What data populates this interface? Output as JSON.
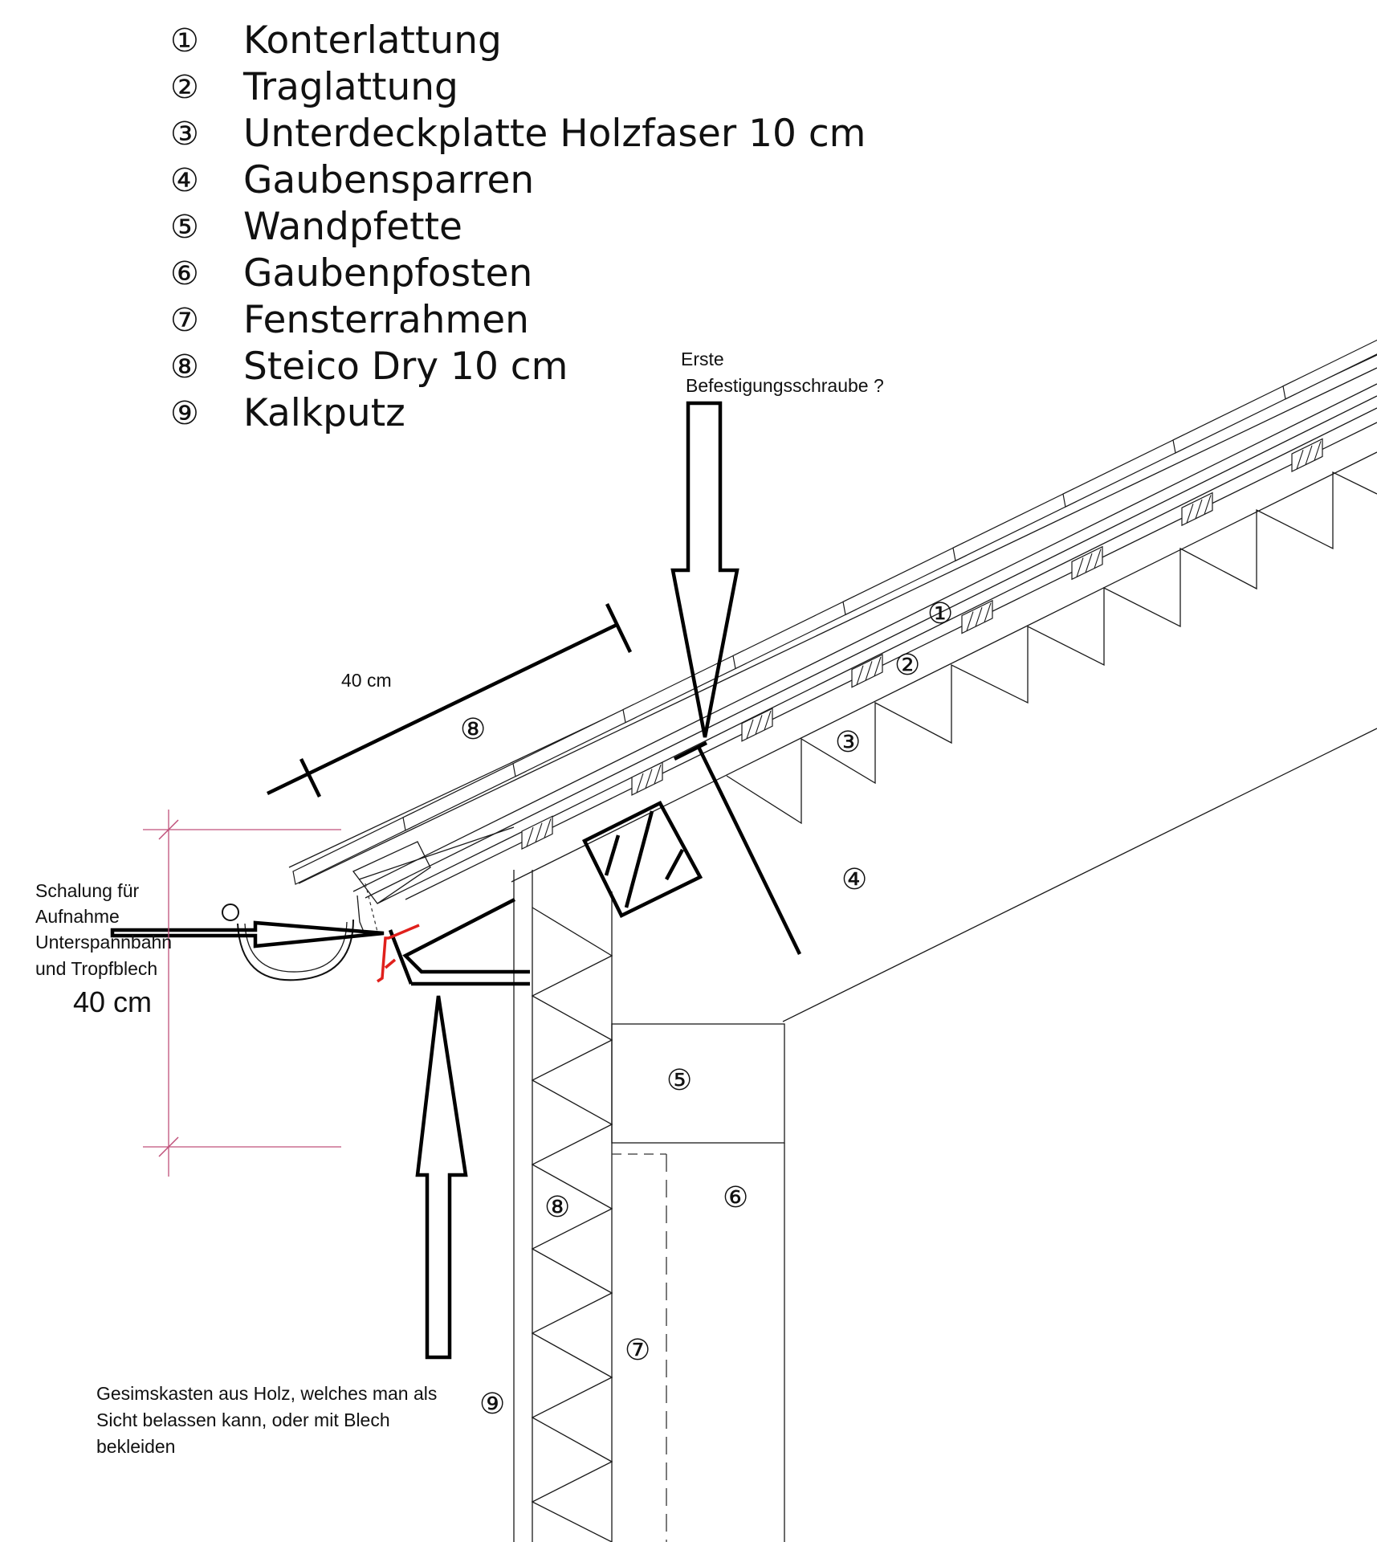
{
  "legend": [
    {
      "num": "①",
      "label": "Konterlattung"
    },
    {
      "num": "②",
      "label": "Traglattung"
    },
    {
      "num": "③",
      "label": "Unterdeckplatte Holzfaser 10 cm"
    },
    {
      "num": "④",
      "label": "Gaubensparren"
    },
    {
      "num": "⑤",
      "label": "Wandpfette"
    },
    {
      "num": "⑥",
      "label": "Gaubenpfosten"
    },
    {
      "num": "⑦",
      "label": "Fensterrahmen"
    },
    {
      "num": "⑧",
      "label": "Steico Dry 10 cm"
    },
    {
      "num": "⑨",
      "label": "Kalkputz"
    }
  ],
  "annotations": {
    "screw_line1": "Erste",
    "screw_line2": "Befestigungsschraube ?",
    "dim_roof": "40 cm",
    "schalung_1": "Schalung für",
    "schalung_2": "Aufnahme",
    "schalung_3": "Unterspannbahn",
    "schalung_4": "und Tropfblech",
    "dim_vertical": "40 cm",
    "gesims_1": "Gesimskasten aus Holz, welches man als",
    "gesims_2": "Sicht belassen kann, oder mit Blech",
    "gesims_3": "bekleiden"
  },
  "markers": {
    "m1": "①",
    "m2": "②",
    "m3": "③",
    "m4": "④",
    "m5": "⑤",
    "m6": "⑥",
    "m7": "⑦",
    "m8_roof": "⑧",
    "m8_wall": "⑧",
    "m9": "⑨"
  },
  "colors": {
    "red_mark": "#e0201c",
    "dim_pink": "#c0507a"
  }
}
